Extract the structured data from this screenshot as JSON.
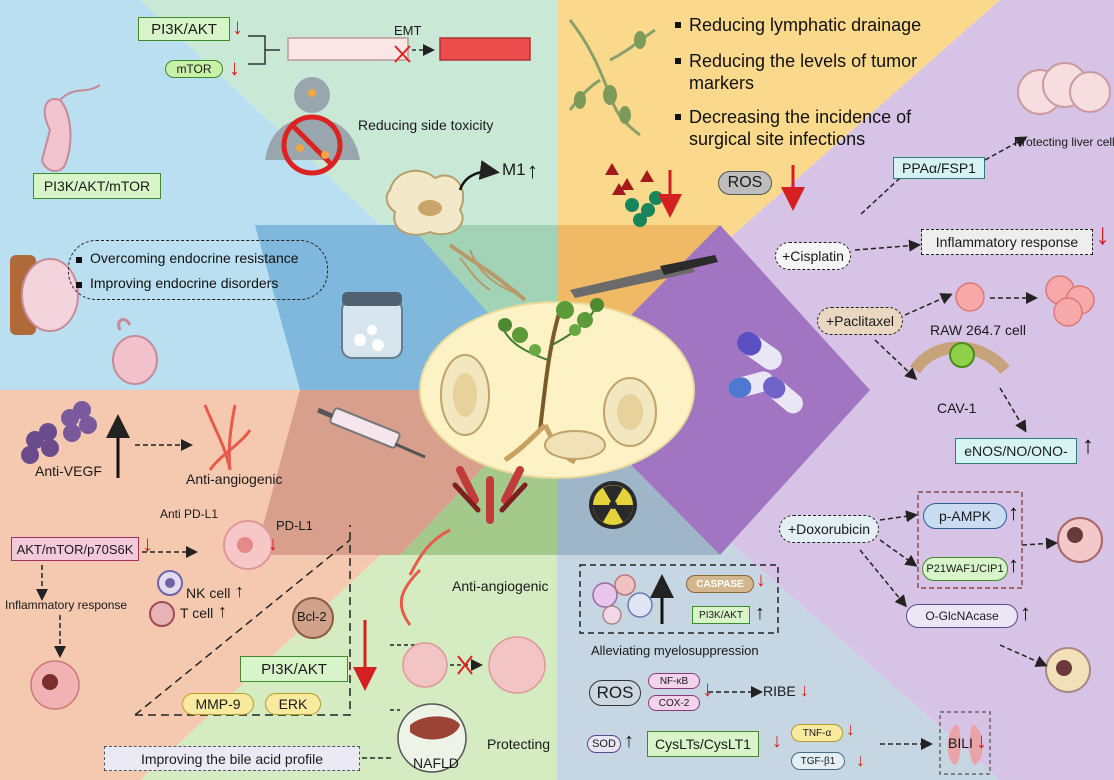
{
  "colors": {
    "top_left_sector": "#b9dff1",
    "top_center_sector": "#c9e8d6",
    "top_right_sector": "#fbd98c",
    "right_sector": "#d6c3e6",
    "bottom_right_sector": "#c6d6e3",
    "bottom_center_sector": "#d5ebc2",
    "left_sector": "#f5c9b0",
    "green_box": "#d8f5c9",
    "arrow_red": "#d42020"
  },
  "top_center": {
    "pi3k_akt": "PI3K/AKT",
    "mtor": "mTOR",
    "emt": "EMT",
    "reducing_side_toxicity": "Reducing side toxicity",
    "m1": "M1"
  },
  "top_left": {
    "pi3k_akt_mtor": "PI3K/AKT/mTOR",
    "overcoming_endocrine": "Overcoming endocrine resistance",
    "improving_endocrine": "Improving endocrine disorders"
  },
  "top_right": {
    "bullet1": "Reducing lymphatic drainage",
    "bullet2": "Reducing the levels of tumor markers",
    "bullet3": "Decreasing the incidence of surgical site infections",
    "ros": "ROS"
  },
  "right": {
    "protecting_liver": "Protecting liver cells",
    "ppa_fsp1": "PPAα/FSP1",
    "cisplatin": "+Cisplatin",
    "inflammatory": "Inflammatory response",
    "paclitaxel": "+Paclitaxel",
    "raw": "RAW 264.7 cell",
    "cav1": "CAV-1",
    "enos": "eNOS/NO/ONO-",
    "doxorubicin": "+Doxorubicin",
    "pampk": "p-AMPK",
    "p21": "P21WAF1/CIP1",
    "oglcnacase": "O-GlcNAcase"
  },
  "left": {
    "anti_vegf": "Anti-VEGF",
    "anti_angiogenic": "Anti-angiogenic",
    "anti_pdl1": "Anti PD-L1",
    "pdl1": "PD-L1",
    "akt_mtor": "AKT/mTOR/p70S6K",
    "inflammatory": "Inflammatory response",
    "nk_cell": "NK cell",
    "t_cell": "T cell"
  },
  "bottom_center": {
    "anti_angiogenic": "Anti-angiogenic",
    "bcl2": "Bcl-2",
    "pi3k_akt": "PI3K/AKT",
    "mmp9": "MMP-9",
    "erk": "ERK",
    "bile_acid": "Improving the bile acid profile",
    "nafld": "NAFLD",
    "protecting": "Protecting"
  },
  "bottom_right": {
    "caspase": "CASPASE",
    "pi3k_akt": "PI3K/AKT",
    "myelosuppression": "Alleviating myelosuppression",
    "ros": "ROS",
    "nfkb": "NF-κB",
    "cox2": "COX-2",
    "ribe": "RIBE",
    "sod": "SOD",
    "cyslts": "CysLTs/CysLT1",
    "tnfa": "TNF-α",
    "tgfb1": "TGF-β1",
    "bili": "BILI"
  }
}
